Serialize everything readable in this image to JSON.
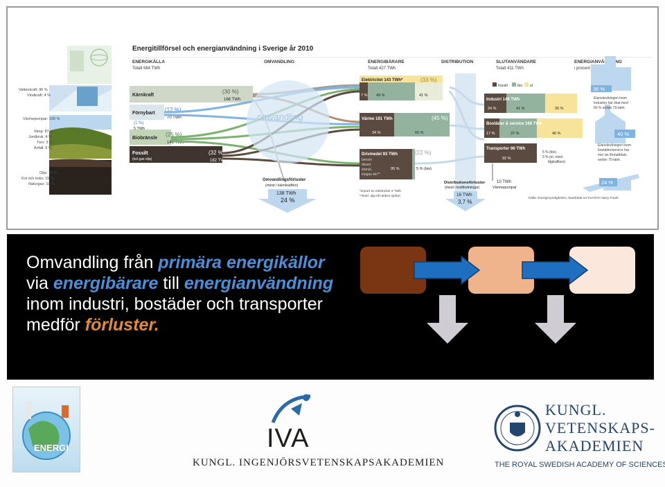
{
  "diagram": {
    "title": "Energitillförsel och energianvändning i Sverige år 2010",
    "columns": {
      "energikalla": "ENERGIKÄLLA",
      "energikalla_total": "Totalt 564 TWh",
      "omvandling": "OMVANDLING",
      "energibarare": "ENERGIBÄRARE",
      "energibarare_total": "Totalt 427 TWh",
      "distribution": "DISTRIBUTION",
      "slutanvandare": "SLUTANVÄNDARE",
      "slutanvandare_total": "Totalt 411 TWh",
      "energianvandning": "ENERGIANVÄNDNING",
      "energianvandning_unit": "i procent"
    },
    "source_labels": {
      "vatten": "Vattenkraft: 96 %",
      "vind": "Vindkraft: 4 %",
      "varmepumpar": "Värmepumpar: 100 %",
      "skog": "Skog: 87 %",
      "jordbruk": "Jordbruk: 4 %",
      "torv": "Torv: 3 %",
      "avfall": "Avfall: 6 %",
      "olja": "Olja: 75 %",
      "kol": "Kol och koks: 15 %",
      "naturgas": "Naturgas: 10 %"
    },
    "sources": {
      "karnkraft": "Kärnkraft",
      "karnkraft_pct": "(30 %)",
      "karnkraft_twh": "166 TWh",
      "fornybart": "Förnybart",
      "fornybart_pct": "(12 %)",
      "fornybart_twh": "70 TWh",
      "small_pct": "(1 %)",
      "small_twh": "5 TWh",
      "biobransle": "Biobränsle",
      "biobransle_pct": "(25 %)",
      "biobransle_twh": "141 TWh",
      "fossilt": "Fossilt",
      "fossilt_sub": "(kol gas olja)",
      "fossilt_pct": "(32 %)",
      "fossilt_twh": "182 TWh"
    },
    "conversion": {
      "label": "omvandling",
      "loss_title": "Omvandlingsförluster",
      "loss_sub": "(mest i kärnkraften)",
      "loss_twh": "138 TWh",
      "loss_pct": "24 %"
    },
    "carriers": {
      "el_label": "Elektricitet 143 TWh*",
      "el_pct": "(33 %)",
      "el_a": "7 %",
      "el_b": "49 %",
      "el_c": "41 %",
      "varme_label": "Värme 191 TWh",
      "varme_pct": "(45 %)",
      "varme_a": "34 %",
      "varme_b": "66 %",
      "driv_label": "Drivmedel 93 TWh",
      "driv_pct": "(22 %)",
      "driv_sub1": "bensin",
      "driv_sub2": "diesel",
      "driv_sub3": "etanol,",
      "driv_sub4": "biogas etc**",
      "driv_a": "95 %",
      "driv_b": "5 % (bio)",
      "footnote1": "*import av elektricitet 2 TWh",
      "footnote2": "**Exkl. olja till utrikes sjöfart"
    },
    "distribution_loss": {
      "title": "Distributionsförluster",
      "sub": "(mest i kraftledningar)",
      "twh": "16 TWh",
      "pct": "3,7 %"
    },
    "legend": {
      "fossilt": "fossilt",
      "bio": "bio",
      "el": "el"
    },
    "end_users": {
      "industri": "Industri 149 TWh",
      "industri_a": "24 %",
      "industri_b": "41 %",
      "industri_c": "35 %",
      "bostader": "Bostäder & service 166 TWh",
      "bostader_a": "17 %",
      "bostader_b": "37 %",
      "bostader_c": "46 %",
      "transporter": "Transporter 96 TWh",
      "transporter_a": "92 %",
      "transporter_b": "5 % (bio)",
      "transporter_c": "3 % (el, mest",
      "transporter_d": "tågtrafiken)",
      "varmepumpar_twh": "10 TWh",
      "varmepumpar": "Värmepumpar"
    },
    "usage": {
      "industri_pct": "36 %",
      "industri_text1": "Elanvändningen inom",
      "industri_text2": "Industrin har ökat med",
      "industri_text3": "60 % sedan 70-talet.",
      "bostader_pct": "40 %",
      "bostader_text1": "Elanvändningen inom",
      "bostader_text2": "bostäder/service har",
      "bostader_text3": "mer än fördubblats",
      "bostader_text4": "sedan 70-talet.",
      "transport_pct": "24 %",
      "source": "Källa: Energimyndigheten, bearbetat av KVA/IVA Harry Frank"
    }
  },
  "banner": {
    "line1_a": "Omvandling från ",
    "line1_b": "primära energikällor",
    "line2_a": "via ",
    "line2_b": "energibärare",
    "line2_c": " till ",
    "line2_d": "energianvändning",
    "line3": "inom industri, bostäder och transporter",
    "line4_a": "medför ",
    "line4_b": "förluster."
  },
  "footer": {
    "energi_title": "ENERGI",
    "iva_mark": "IVA",
    "iva_name": "KUNGL. INGENJÖRSVETENSKAPSAKADEMIEN",
    "kva_line1": "KUNGL.",
    "kva_line2": "VETENSKAPS-",
    "kva_line3": "AKADEMIEN",
    "kva_english": "THE ROYAL SWEDISH ACADEMY OF SCIENCES"
  },
  "colors": {
    "fossil": "#5b4a3f",
    "bio": "#93b39f",
    "el": "#f7e49a",
    "blue": "#7fb3e0",
    "banner_highlight": "#4a90d9",
    "banner_orange": "#e38a3a"
  }
}
